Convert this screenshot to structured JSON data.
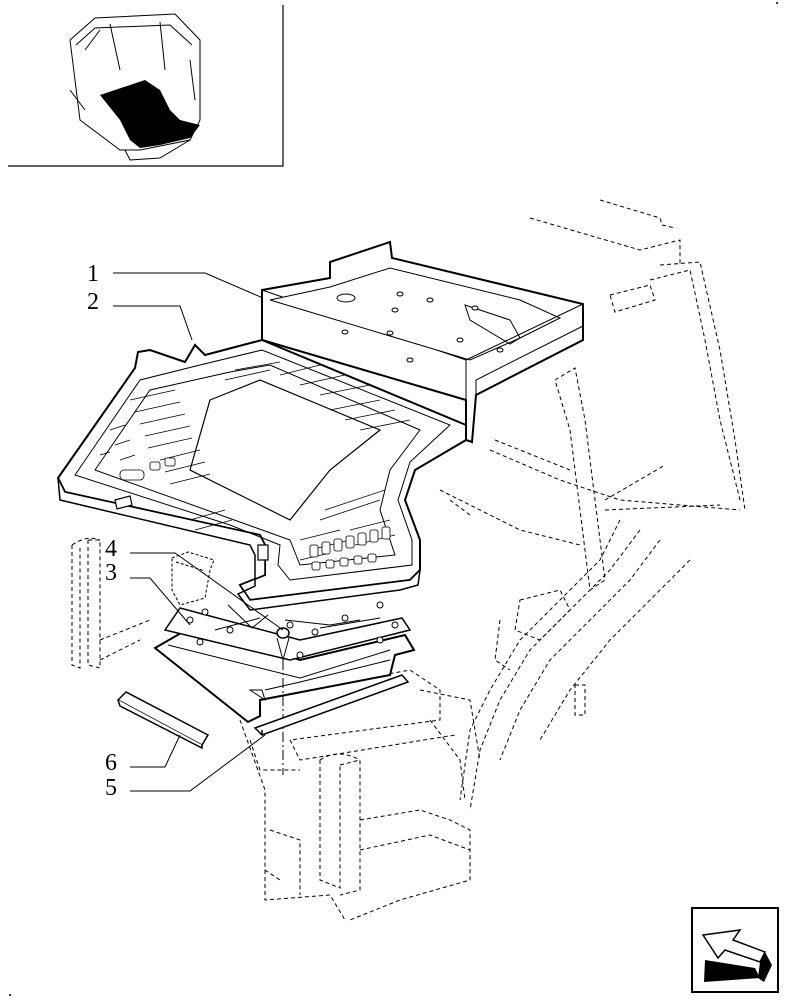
{
  "diagram": {
    "callouts": [
      "1",
      "2",
      "3",
      "4",
      "5",
      "6"
    ]
  },
  "icons": {
    "thumbnail": "cab-overview-thumbnail",
    "navigation": "next-page-arrow-icon"
  }
}
